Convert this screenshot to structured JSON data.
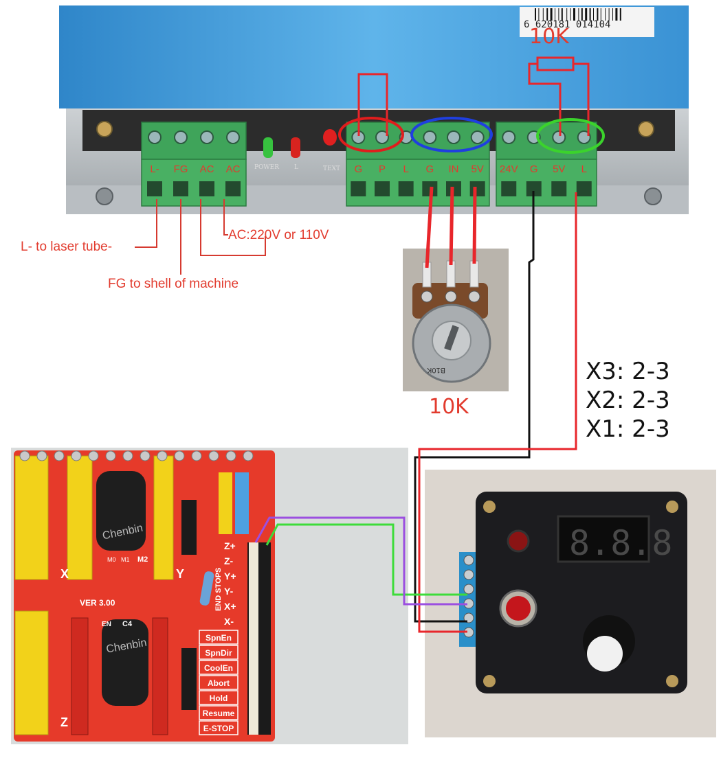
{
  "colors": {
    "psu_body": "#4aa6e0",
    "psu_panel": "#2c2c2c",
    "terminal_green": "#3fa45a",
    "terminal_label": "#e03b2e",
    "wire_red": "#e8262b",
    "wire_black": "#111111",
    "wire_green": "#3ddc3a",
    "wire_purple": "#9b4fe0",
    "circle_red": "#e01d1d",
    "circle_blue": "#1f3fe0",
    "circle_green": "#3bd32c",
    "annotation_text": "#e23b2e",
    "jumper_text": "#111111",
    "board_red": "#e63a2a",
    "header_yellow": "#f2d21a",
    "controller_box": "#1c1c1f"
  },
  "psu": {
    "barcode_text": "6 620181 014104",
    "indicator_labels": [
      "POWER",
      "L",
      "TEXT"
    ],
    "terminal_block_1": [
      "L-",
      "FG",
      "AC",
      "AC"
    ],
    "terminal_block_2": [
      "G",
      "P",
      "L",
      "G",
      "IN",
      "5V"
    ],
    "terminal_block_3": [
      "24V",
      "G",
      "5V",
      "L"
    ]
  },
  "annotations": {
    "resistor_top": "10K",
    "pot_value": "10K",
    "pot_marking": "B10K",
    "l_minus": "L- to laser tube-",
    "fg": "FG to shell of machine",
    "ac": "AC:220V or 110V"
  },
  "jumpers": [
    "X3: 2-3",
    "X2: 2-3",
    "X1: 2-3"
  ],
  "cnc_shield": {
    "version": "VER 3.00",
    "capacitor_text": "Chenbin",
    "end_stops_label": "END STOPS",
    "pin_labels": [
      "Z+",
      "Z-",
      "Y+",
      "Y-",
      "X+",
      "X-"
    ],
    "function_labels": [
      "SpnEn",
      "SpnDir",
      "CoolEn",
      "Abort",
      "Hold",
      "Resume",
      "E-STOP"
    ],
    "axis_labels": [
      "X",
      "Y",
      "Z"
    ],
    "jumper_labels": [
      "M0",
      "M1",
      "M2"
    ],
    "cap_label": "C4",
    "left_labels": [
      "EN"
    ]
  },
  "controller": {
    "display": "8.8.8"
  }
}
